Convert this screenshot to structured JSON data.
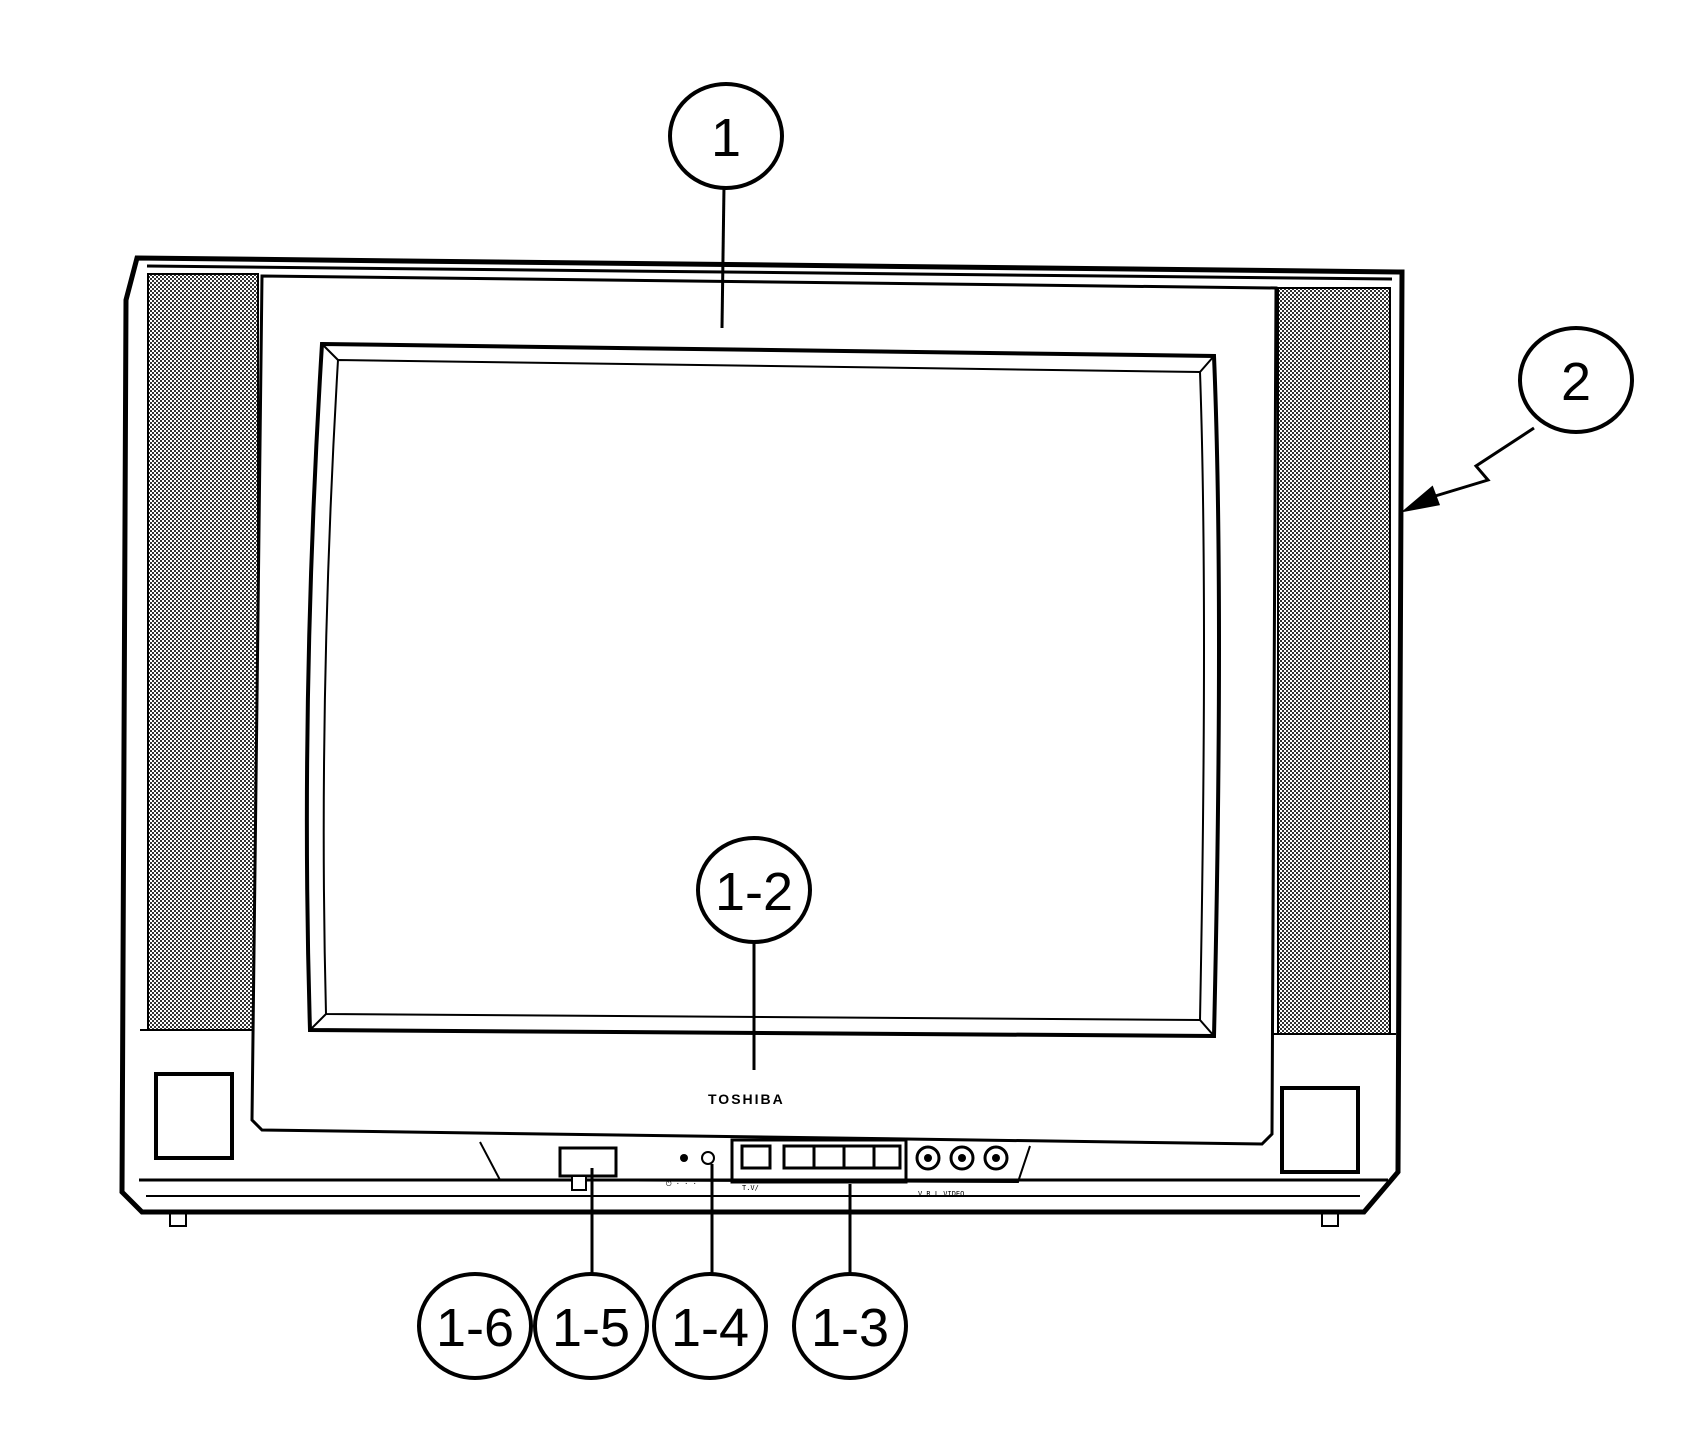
{
  "brand": "TOSHIBA",
  "callouts": {
    "c1": "1",
    "c2": "2",
    "c1_2": "1-2",
    "c1_3": "1-3",
    "c1_4": "1-4",
    "c1_5": "1-5",
    "c1_6": "1-6"
  },
  "panel_labels": {
    "power": "⏻  · · ·",
    "tv": "T.V/",
    "av": "V  R  L   VIDEO"
  }
}
